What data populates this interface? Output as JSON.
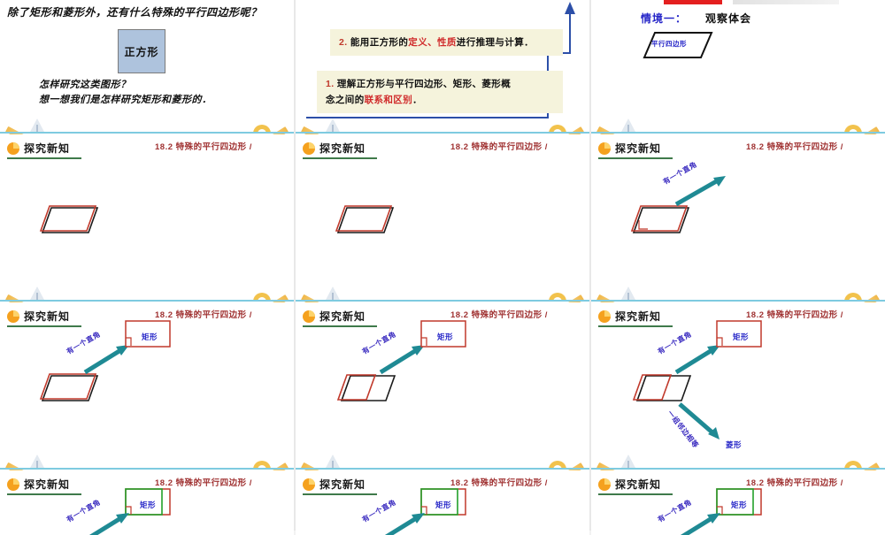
{
  "deck": {
    "lesson_title": "18.2  特殊的平行四边形 /",
    "section_header": "探究新知"
  },
  "slide_intro": {
    "question": "除了矩形和菱形外，还有什么特殊的平行四边形呢？",
    "square_box": "正方形",
    "sub_line1": "怎样研究这类图形？",
    "sub_line2": "想一想我们是怎样研究矩形和菱形的．"
  },
  "slide_goals": {
    "goal2_num": "2.",
    "goal2_a": "能用正方形的",
    "goal2_hl": "定义、性质",
    "goal2_b": "进行推理与计算．",
    "goal1_num": "1.",
    "goal1_a": "理解正方形与平行四边形、矩形、菱形概",
    "goal1_b": "念之间的",
    "goal1_hl": "联系和区别",
    "goal1_c": "．"
  },
  "slide_scene": {
    "scene_label": "情境一：",
    "scene_value": "观察体会",
    "parallelogram_label": "平行四边形"
  },
  "labels": {
    "right_angle": "有一个直角",
    "adjacent_equal": "一组邻边相等",
    "rectangle": "矩形",
    "rhombus": "菱形"
  },
  "colors": {
    "shape_red": "#c0392b",
    "shape_black": "#1a1a1a",
    "shape_green": "#22a02a",
    "arrow_teal": "#1f8a94",
    "label_blue": "#3a2bc0",
    "title_red": "#a03232",
    "header_green": "#3f7a4a",
    "icon_orange": "#f5a11e",
    "goal_bg": "#f5f3dc",
    "square_fill": "#aec3dd"
  },
  "frames": [
    {
      "id": "intro",
      "kind": "intro"
    },
    {
      "id": "goals",
      "kind": "goals"
    },
    {
      "id": "scene",
      "kind": "scene"
    },
    {
      "id": "step1a",
      "kind": "shape",
      "show": {
        "arrow_up": false,
        "rect": false,
        "arrow_down": false,
        "rhombus": false,
        "split": false,
        "green": false
      }
    },
    {
      "id": "step1b",
      "kind": "shape",
      "show": {
        "arrow_up": false,
        "rect": false,
        "arrow_down": false,
        "rhombus": false,
        "split": false,
        "green": false
      }
    },
    {
      "id": "step1c",
      "kind": "shape",
      "show": {
        "arrow_up": true,
        "rect": false,
        "arrow_down": false,
        "rhombus": false,
        "split": false,
        "green": false
      }
    },
    {
      "id": "step2a",
      "kind": "shape",
      "show": {
        "arrow_up": true,
        "rect": true,
        "arrow_down": false,
        "rhombus": false,
        "split": false,
        "green": false
      }
    },
    {
      "id": "step2b",
      "kind": "shape",
      "show": {
        "arrow_up": true,
        "rect": true,
        "arrow_down": false,
        "rhombus": false,
        "split": true,
        "green": false
      }
    },
    {
      "id": "step2c",
      "kind": "shape",
      "show": {
        "arrow_up": true,
        "rect": true,
        "arrow_down": true,
        "rhombus": true,
        "split": true,
        "green": false
      }
    },
    {
      "id": "step3a",
      "kind": "shape-sm",
      "show": {
        "green": true
      }
    },
    {
      "id": "step3b",
      "kind": "shape-sm",
      "show": {
        "green": true
      }
    },
    {
      "id": "step3c",
      "kind": "shape-sm",
      "show": {
        "green": true
      }
    }
  ]
}
